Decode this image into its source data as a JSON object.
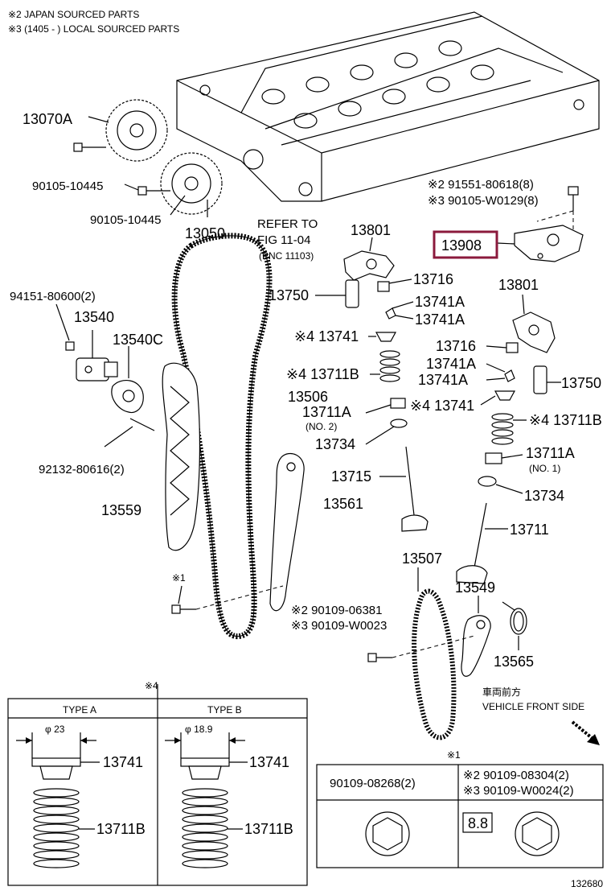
{
  "notes": {
    "note2": "※2 JAPAN SOURCED PARTS",
    "note3": "※3 (1405 -        ) LOCAL SOURCED PARTS"
  },
  "labels": {
    "p13070A": "13070A",
    "p90105_a": "90105-10445",
    "p90105_b": "90105-10445",
    "p13050": "13050",
    "refer1": "REFER TO",
    "refer2": "FIG 11-04",
    "refer3": "(PNC 11103)",
    "p13801_top": "13801",
    "p91551": "※2 91551-80618(8)",
    "p90105_w": "※3 90105-W0129(8)",
    "p13908": "13908",
    "p94151": "94151-80600(2)",
    "p13540": "13540",
    "p13540C": "13540C",
    "p92132": "92132-80616(2)",
    "p13750_l": "13750",
    "p13716_t": "13716",
    "p13741A_1": "13741A",
    "p13741A_2": "13741A",
    "p13741_l": "※4 13741",
    "p13711B_l": "※4 13711B",
    "p13506": "13506",
    "p13711A_l": "13711A",
    "no2": "(NO. 2)",
    "p13734_l": "13734",
    "p13801_r": "13801",
    "p13716_r": "13716",
    "p13741A_3": "13741A",
    "p13741A_4": "13741A",
    "p13750_r": "13750",
    "p13741_r": "※4 13741",
    "p13711B_r": "※4 13711B",
    "p13711A_r": "13711A",
    "no1": "(NO. 1)",
    "p13715": "13715",
    "p13734_r": "13734",
    "p13559": "13559",
    "p13561": "13561",
    "p13711": "13711",
    "p13507": "13507",
    "p13549": "13549",
    "star1_a": "※1",
    "p90109_06381": "※2 90109-06381",
    "p90109_W0023": "※3 90109-W0023",
    "p13565": "13565",
    "front_jp": "車両前方",
    "front_en": "VEHICLE FRONT SIDE",
    "star4": "※4",
    "star1_b": "※1",
    "ref_id": "132680"
  },
  "type_table": {
    "type_a": "TYPE A",
    "type_b": "TYPE B",
    "dia_a": "φ 23",
    "dia_b": "φ 18.9",
    "a_13741": "13741",
    "a_13711B": "13711B",
    "b_13741": "13741",
    "b_13711B": "13711B"
  },
  "bolt_table": {
    "left_header": "90109-08268(2)",
    "right_header_1": "※2 90109-08304(2)",
    "right_header_2": "※3 90109-W0024(2)",
    "grade": "8.8"
  },
  "colors": {
    "highlight": "#8b1a3c",
    "ink": "#000000"
  }
}
